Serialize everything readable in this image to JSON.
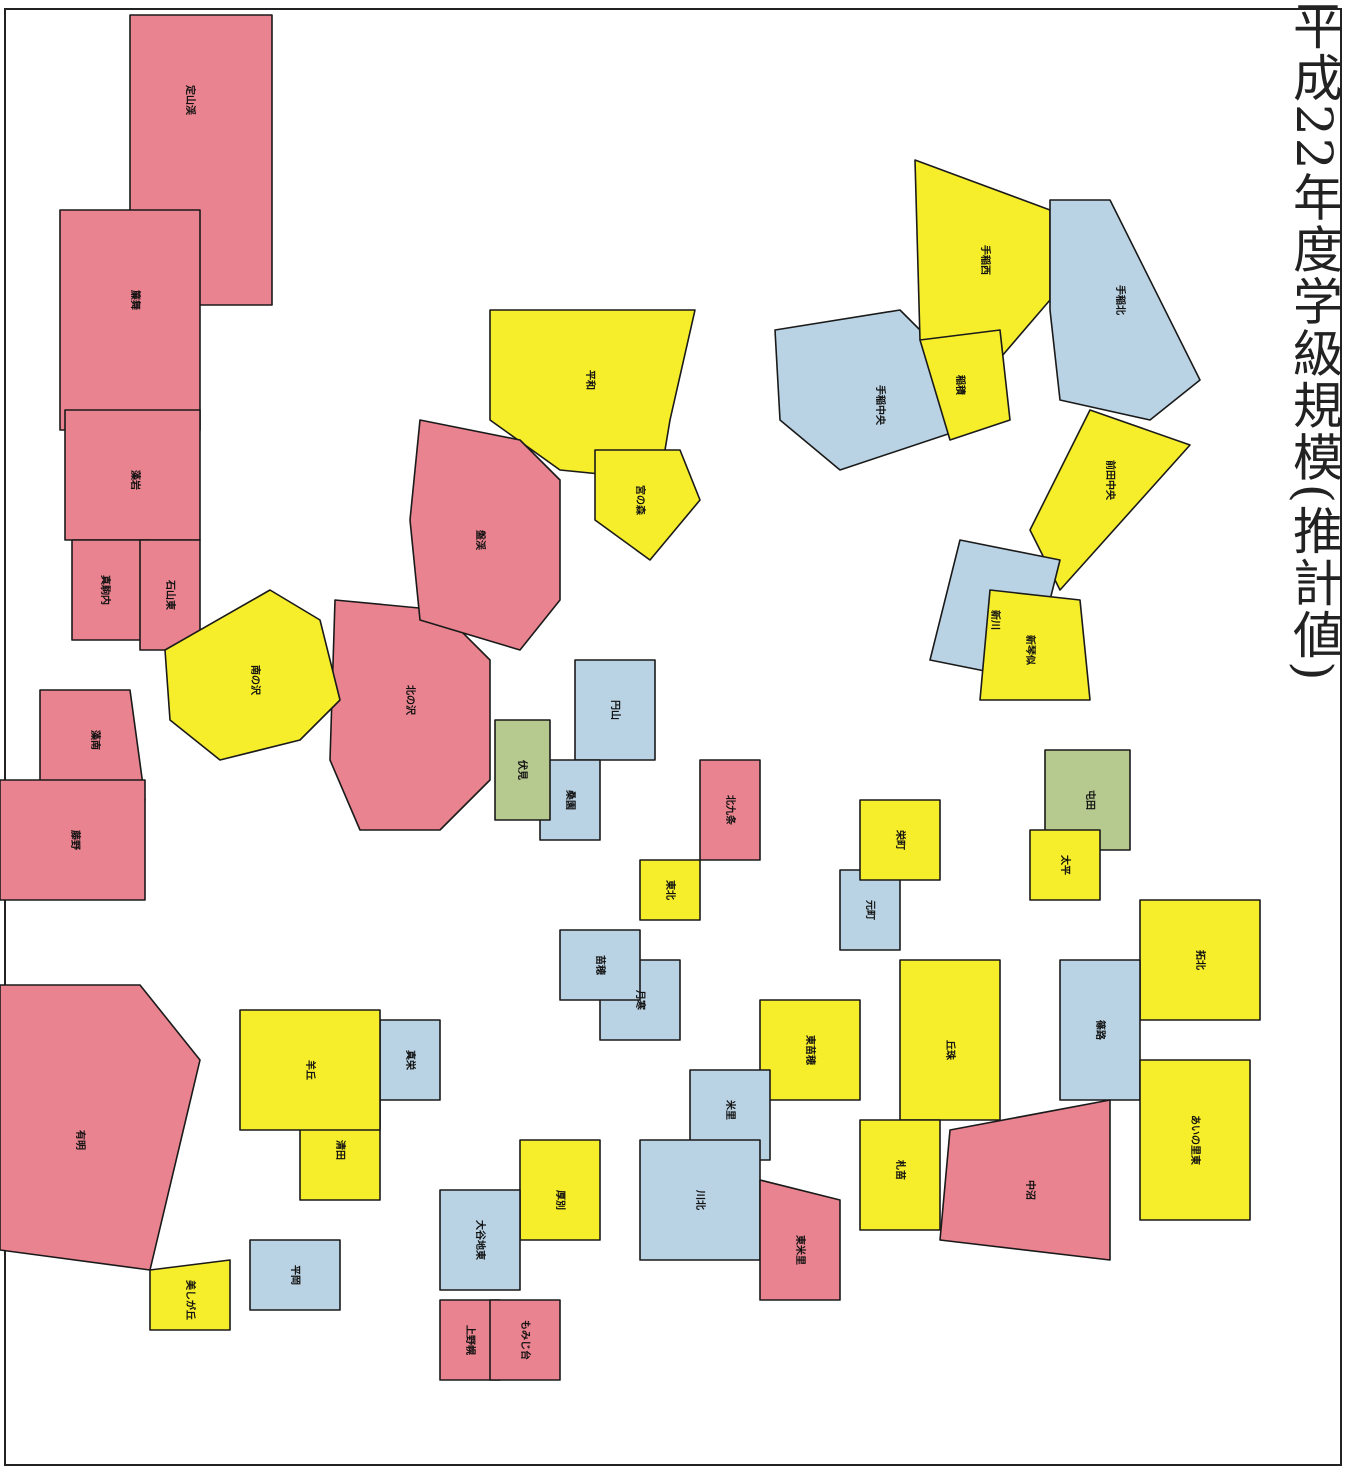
{
  "title": "平成22年度学級規模(推計値)",
  "colors": {
    "large": "#e9838f",
    "medium": "#f6ed2b",
    "small": "#b9d3e4",
    "smallest": "#b6c98f",
    "border": "#1a1a1a"
  },
  "districts": [
    {
      "name": "定山渓",
      "cat": "large"
    },
    {
      "name": "簾舞",
      "cat": "large"
    },
    {
      "name": "藻岩",
      "cat": "large"
    },
    {
      "name": "真駒内",
      "cat": "large"
    },
    {
      "name": "石山東",
      "cat": "large"
    },
    {
      "name": "北の沢",
      "cat": "large"
    },
    {
      "name": "藻南",
      "cat": "large"
    },
    {
      "name": "南の沢",
      "cat": "medium"
    },
    {
      "name": "藤野",
      "cat": "large"
    },
    {
      "name": "平和",
      "cat": "medium"
    },
    {
      "name": "盤渓",
      "cat": "large"
    },
    {
      "name": "宮の森",
      "cat": "medium"
    },
    {
      "name": "手稲中央",
      "cat": "small"
    },
    {
      "name": "手稲西",
      "cat": "medium"
    },
    {
      "name": "手稲北",
      "cat": "small"
    },
    {
      "name": "稲積",
      "cat": "medium"
    },
    {
      "name": "前田中央",
      "cat": "medium"
    },
    {
      "name": "新川",
      "cat": "small"
    },
    {
      "name": "新琴似",
      "cat": "medium"
    },
    {
      "name": "屯田",
      "cat": "smallest"
    },
    {
      "name": "拓北",
      "cat": "medium"
    },
    {
      "name": "篠路",
      "cat": "small"
    },
    {
      "name": "あいの里東",
      "cat": "medium"
    },
    {
      "name": "丘珠",
      "cat": "medium"
    },
    {
      "name": "中沼",
      "cat": "large"
    },
    {
      "name": "札苗",
      "cat": "medium"
    },
    {
      "name": "東苗穂",
      "cat": "medium"
    },
    {
      "name": "米里",
      "cat": "small"
    },
    {
      "name": "川北",
      "cat": "small"
    },
    {
      "name": "東米里",
      "cat": "large"
    },
    {
      "name": "厚別",
      "cat": "medium"
    },
    {
      "name": "大谷地東",
      "cat": "small"
    },
    {
      "name": "真栄",
      "cat": "small"
    },
    {
      "name": "清田",
      "cat": "medium"
    },
    {
      "name": "有明",
      "cat": "large"
    },
    {
      "name": "平岡",
      "cat": "small"
    },
    {
      "name": "美しが丘",
      "cat": "medium"
    },
    {
      "name": "上野幌",
      "cat": "large"
    },
    {
      "name": "もみじ台",
      "cat": "large"
    },
    {
      "name": "月寒",
      "cat": "small"
    },
    {
      "name": "羊丘",
      "cat": "medium"
    },
    {
      "name": "円山",
      "cat": "small"
    },
    {
      "name": "桑園",
      "cat": "small"
    },
    {
      "name": "伏見",
      "cat": "smallest"
    },
    {
      "name": "東北",
      "cat": "medium"
    },
    {
      "name": "苗穂",
      "cat": "small"
    },
    {
      "name": "北九条",
      "cat": "large"
    },
    {
      "name": "元町",
      "cat": "small"
    },
    {
      "name": "栄町",
      "cat": "medium"
    },
    {
      "name": "太平",
      "cat": "medium"
    }
  ]
}
